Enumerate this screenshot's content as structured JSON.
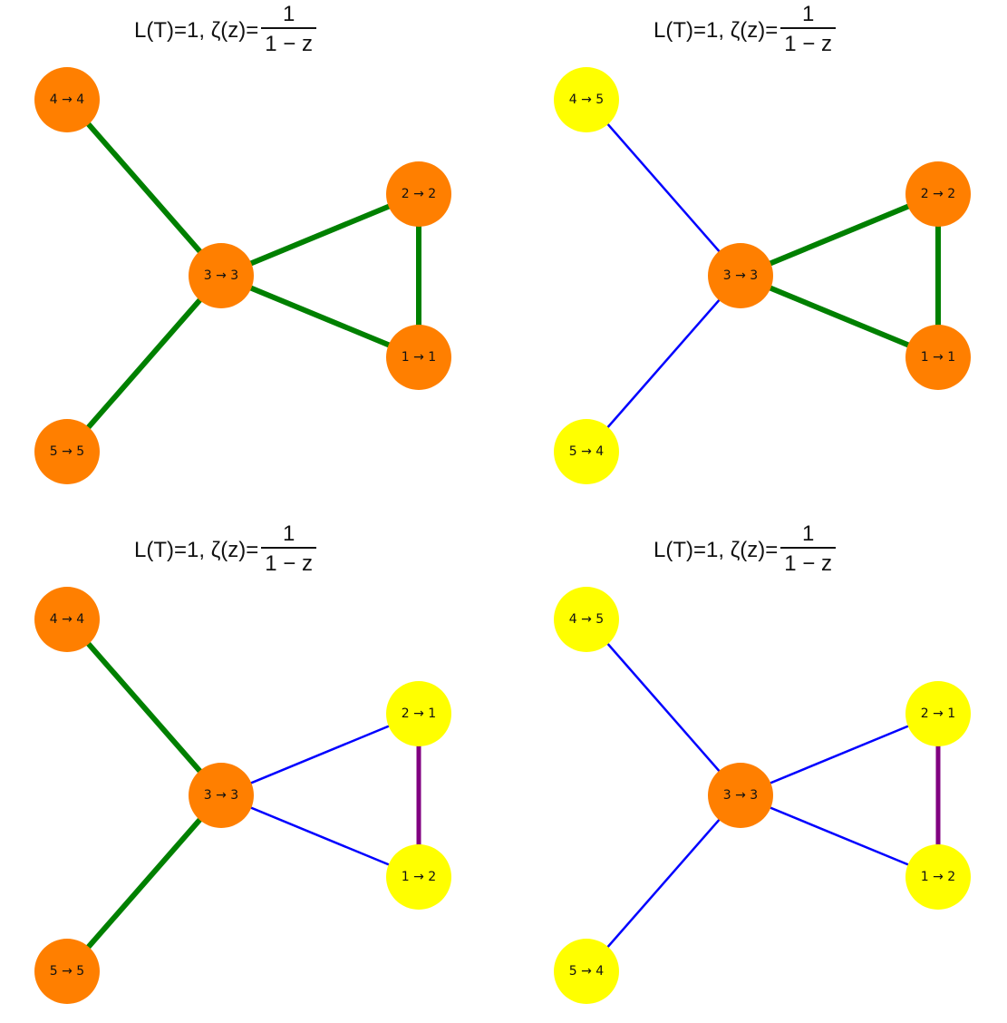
{
  "colors": {
    "node_orange": "#FF7F00",
    "node_yellow": "#FFFF00",
    "edge_green": "#008000",
    "edge_blue": "#0000FF",
    "edge_purple": "#800080"
  },
  "panels": [
    {
      "title": {
        "lhs": "L(T)=1, ζ(z)=",
        "num": "1",
        "den": "1 − z"
      },
      "nodes": [
        {
          "id": "4",
          "label": "4 → 4",
          "color": "orange"
        },
        {
          "id": "2",
          "label": "2 → 2",
          "color": "orange"
        },
        {
          "id": "3",
          "label": "3 → 3",
          "color": "orange"
        },
        {
          "id": "1",
          "label": "1 → 1",
          "color": "orange"
        },
        {
          "id": "5",
          "label": "5 → 5",
          "color": "orange"
        }
      ],
      "edges": [
        {
          "from": "4",
          "to": "3",
          "color": "green"
        },
        {
          "from": "5",
          "to": "3",
          "color": "green"
        },
        {
          "from": "3",
          "to": "2",
          "color": "green"
        },
        {
          "from": "3",
          "to": "1",
          "color": "green"
        },
        {
          "from": "2",
          "to": "1",
          "color": "green"
        }
      ]
    },
    {
      "title": {
        "lhs": "L(T)=1, ζ(z)=",
        "num": "1",
        "den": "1 − z"
      },
      "nodes": [
        {
          "id": "4",
          "label": "4 → 5",
          "color": "yellow"
        },
        {
          "id": "2",
          "label": "2 → 2",
          "color": "orange"
        },
        {
          "id": "3",
          "label": "3 → 3",
          "color": "orange"
        },
        {
          "id": "1",
          "label": "1 → 1",
          "color": "orange"
        },
        {
          "id": "5",
          "label": "5 → 4",
          "color": "yellow"
        }
      ],
      "edges": [
        {
          "from": "4",
          "to": "3",
          "color": "blue"
        },
        {
          "from": "5",
          "to": "3",
          "color": "blue"
        },
        {
          "from": "3",
          "to": "2",
          "color": "green"
        },
        {
          "from": "3",
          "to": "1",
          "color": "green"
        },
        {
          "from": "2",
          "to": "1",
          "color": "green"
        }
      ]
    },
    {
      "title": {
        "lhs": "L(T)=1, ζ(z)=",
        "num": "1",
        "den": "1 − z"
      },
      "nodes": [
        {
          "id": "4",
          "label": "4 → 4",
          "color": "orange"
        },
        {
          "id": "2",
          "label": "2 → 1",
          "color": "yellow"
        },
        {
          "id": "3",
          "label": "3 → 3",
          "color": "orange"
        },
        {
          "id": "1",
          "label": "1 → 2",
          "color": "yellow"
        },
        {
          "id": "5",
          "label": "5 → 5",
          "color": "orange"
        }
      ],
      "edges": [
        {
          "from": "4",
          "to": "3",
          "color": "green"
        },
        {
          "from": "5",
          "to": "3",
          "color": "green"
        },
        {
          "from": "3",
          "to": "2",
          "color": "blue"
        },
        {
          "from": "3",
          "to": "1",
          "color": "blue"
        },
        {
          "from": "2",
          "to": "1",
          "color": "purple"
        }
      ]
    },
    {
      "title": {
        "lhs": "L(T)=1, ζ(z)=",
        "num": "1",
        "den": "1 − z"
      },
      "nodes": [
        {
          "id": "4",
          "label": "4 → 5",
          "color": "yellow"
        },
        {
          "id": "2",
          "label": "2 → 1",
          "color": "yellow"
        },
        {
          "id": "3",
          "label": "3 → 3",
          "color": "orange"
        },
        {
          "id": "1",
          "label": "1 → 2",
          "color": "yellow"
        },
        {
          "id": "5",
          "label": "5 → 4",
          "color": "yellow"
        }
      ],
      "edges": [
        {
          "from": "4",
          "to": "3",
          "color": "blue"
        },
        {
          "from": "5",
          "to": "3",
          "color": "blue"
        },
        {
          "from": "3",
          "to": "2",
          "color": "blue"
        },
        {
          "from": "3",
          "to": "1",
          "color": "blue"
        },
        {
          "from": "2",
          "to": "1",
          "color": "purple"
        }
      ]
    }
  ]
}
